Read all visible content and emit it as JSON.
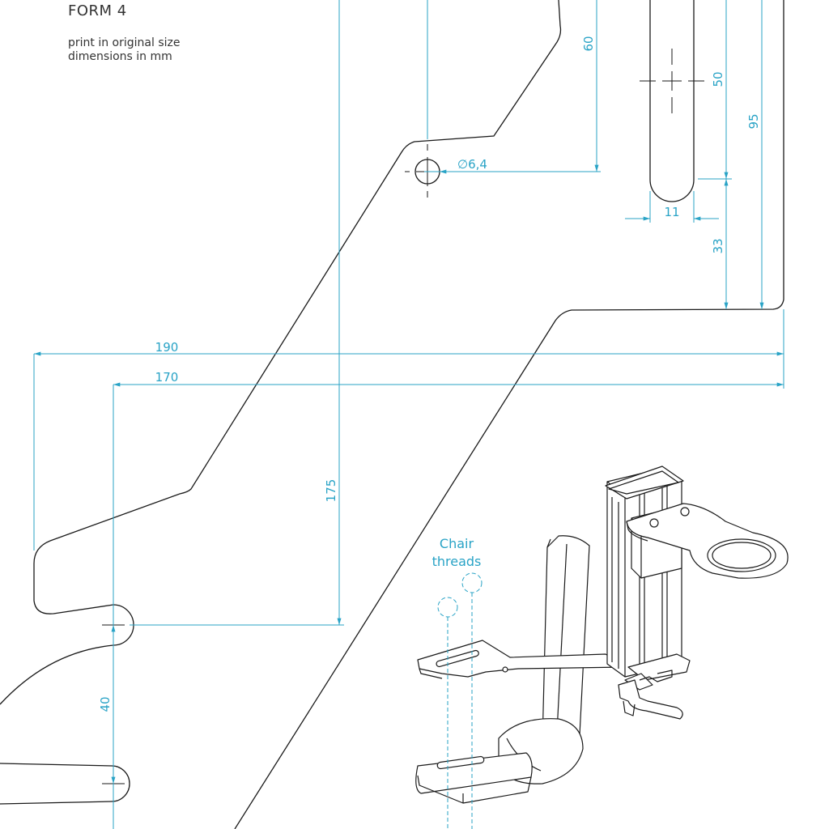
{
  "form": {
    "title": "FORM 4",
    "notes": [
      "print in original size",
      "dimensions in mm"
    ]
  },
  "colors": {
    "outline": "#1a1a1a",
    "dimension": "#29a3c6",
    "background": "#ffffff"
  },
  "dimensions": {
    "d60": "60",
    "d50": "50",
    "d95": "95",
    "d11": "11",
    "d33": "33",
    "d190": "190",
    "d170": "170",
    "d175": "175",
    "d40": "40",
    "hole": "∅6,4"
  },
  "annotations": {
    "chair_threads": [
      "Chair",
      "threads"
    ]
  }
}
